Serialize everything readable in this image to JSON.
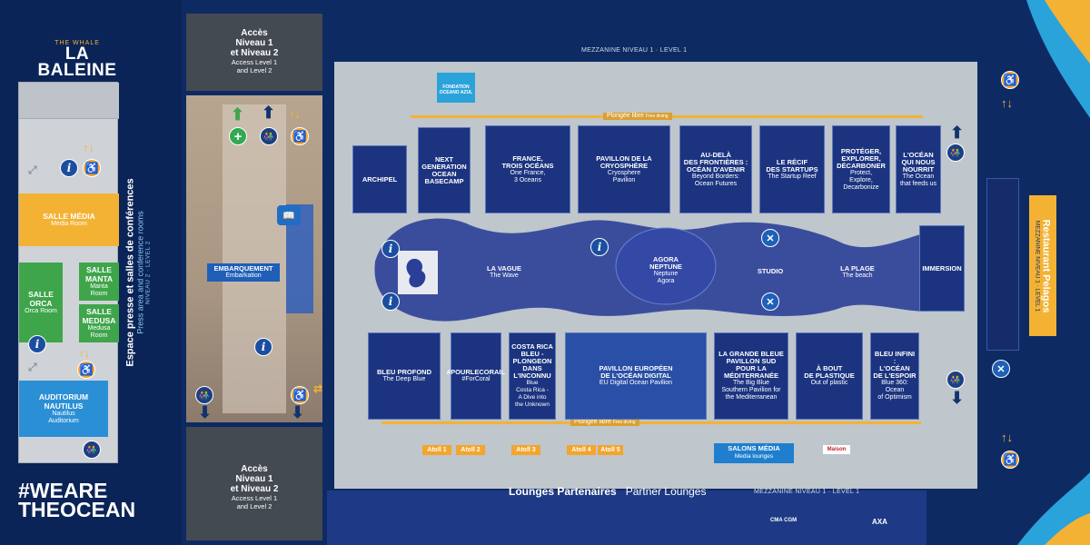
{
  "brand": {
    "subtitle": "THE WHALE",
    "name": "LA BALEINE"
  },
  "sidebar": {
    "title": "Espace presse et salles de conférences",
    "subtitle": "Press area and conference rooms",
    "level": "NIVEAU 2 · LEVEL 2",
    "rooms": [
      {
        "name": "SALLE MÉDIA",
        "sub": "Media Room"
      },
      {
        "name": "SALLE\nMANTA",
        "sub": "Manta\nRoom"
      },
      {
        "name": "SALLE\nMEDUSA",
        "sub": "Medusa\nRoom"
      },
      {
        "name": "SALLE\nORCA",
        "sub": "Orca Room"
      },
      {
        "name": "AUDITORIUM\nNAUTILUS",
        "sub": "Nautilus\nAuditorium"
      }
    ],
    "hashtag": "#WEARE\nTHEOCEAN"
  },
  "access": {
    "title": "Accès\nNiveau 1\net Niveau 2",
    "sub": "Access Level 1\nand Level 2"
  },
  "embarquement": {
    "title": "EMBARQUEMENT",
    "sub": "Embarkation"
  },
  "mezzanine": {
    "top": "MEZZANINE NIVEAU 1 · LEVEL 1",
    "bottom": "MEZZANINE NIVEAU 1 · LEVEL 1"
  },
  "fondation": "FONDATION\nOCEANO AZUL",
  "plongee": {
    "fr": "Plongée libre",
    "en": "Free diving"
  },
  "pavilions_top": [
    {
      "name": "ARCHIPEL",
      "sub": ""
    },
    {
      "name": "NEXT\nGENERATION\nOCEAN\nBASECAMP",
      "sub": ""
    },
    {
      "name": "FRANCE,\nTROIS OCÉANS",
      "sub": "One France,\n3 Oceans"
    },
    {
      "name": "PAVILLON DE LA\nCRYOSPHÈRE",
      "sub": "Cryosphere\nPavilion"
    },
    {
      "name": "AU-DELÀ\nDES FRONTIÈRES :\nOCÉAN D'AVENIR",
      "sub": "Beyond Borders:\nOcean Futures"
    },
    {
      "name": "LE RÉCIF\nDES STARTUPS",
      "sub": "The Startup Reef"
    },
    {
      "name": "PROTÉGER,\nEXPLORER,\nDÉCARBONER",
      "sub": "Protect,\nExplore,\nDecarbonize"
    },
    {
      "name": "L'OCÉAN\nQUI NOUS\nNOURRIT",
      "sub": "The Ocean\nthat feeds us"
    }
  ],
  "center": [
    {
      "name": "LA VAGUE",
      "sub": "The Wave"
    },
    {
      "name": "AGORA\nNEPTUNE",
      "sub": "Neptune\nAgora"
    },
    {
      "name": "STUDIO",
      "sub": ""
    },
    {
      "name": "LA PLAGE",
      "sub": "The beach"
    },
    {
      "name": "IMMERSION",
      "sub": ""
    }
  ],
  "pavilions_bottom": [
    {
      "name": "BLEU PROFOND",
      "sub": "The Deep Blue"
    },
    {
      "name": "#POURLECORAIL",
      "sub": "#ForCoral"
    },
    {
      "name": "COSTA RICA\nBLEU -\nPLONGEON\nDANS\nL'INCONNU",
      "sub": "Blue\nCosta Rica -\nA Dive into\nthe Unknown"
    },
    {
      "name": "PAVILLON EUROPÉEN\nDE L'OCÉAN DIGITAL",
      "sub": "EU Digital Ocean Pavilion"
    },
    {
      "name": "LA GRANDE BLEUE\nPAVILLON SUD\nPOUR LA\nMÉDITERRANÉE",
      "sub": "The Big Blue\nSouthern Pavilion for\nthe Mediterranean"
    },
    {
      "name": "À BOUT\nDE PLASTIQUE",
      "sub": "Out of plastic"
    },
    {
      "name": "BLEU INFINI :\nL'OCÉAN\nDE L'ESPOIR",
      "sub": "Blue 360:\nOcean\nof Optimism"
    }
  ],
  "atolls": [
    "Atoll 1",
    "Atoll 2",
    "Atoll 3",
    "Atoll 4",
    "Atoll 5"
  ],
  "salons": {
    "title": "SALONS MÉDIA",
    "sub": "Media lounges"
  },
  "lounges": {
    "fr": "Lounges Partenaires",
    "en": "Partner Lounges"
  },
  "restaurant": {
    "name": "Restaurant Pelagos",
    "sub": "MEZZANINE NIVEAU 1 · LEVEL 1"
  },
  "partners": [
    "Maison",
    "CMA CGM",
    "AXA"
  ],
  "colors": {
    "accent": "#f3b234",
    "navy": "#0b2457",
    "pavilion": "#1c3480",
    "media": "#f3b234",
    "auditorium": "#2b8fd6",
    "green": "#3fa54b"
  }
}
